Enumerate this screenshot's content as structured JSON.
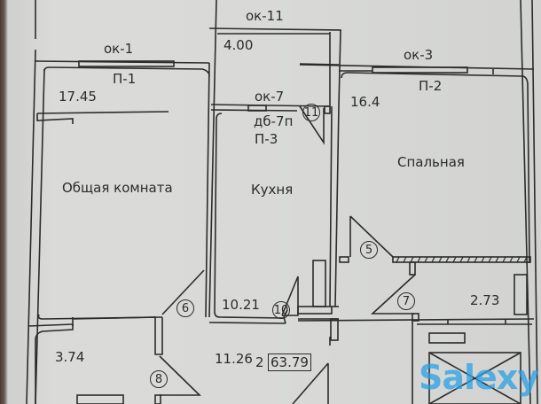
{
  "plan": {
    "apartment_rooms": "2",
    "total_area": "63.79",
    "window_labels": {
      "ok1": "ок-1",
      "ok11": "ок-11",
      "ok3": "ок-3",
      "ok7": "ок-7"
    },
    "balcony_door": "дб-7п",
    "sill_labels": {
      "p1": "П-1",
      "p2": "П-2",
      "p3": "П-3"
    },
    "rooms": [
      {
        "name": "Общая комната",
        "area": "17.45"
      },
      {
        "name": "Кухня",
        "area": "10.21"
      },
      {
        "name": "Спальная",
        "area": "16.4"
      },
      {
        "name": "",
        "area": "4.00"
      },
      {
        "name": "",
        "area": "11.26"
      },
      {
        "name": "",
        "area": "3.74"
      },
      {
        "name": "",
        "area": "2.73"
      }
    ],
    "door_markers": [
      "5",
      "6",
      "7",
      "8",
      "10",
      "11"
    ]
  },
  "watermark": "Salexy",
  "colors": {
    "paper": "#d9dad8",
    "ink": "#2b2b2b",
    "watermark": "#28a0e6"
  }
}
